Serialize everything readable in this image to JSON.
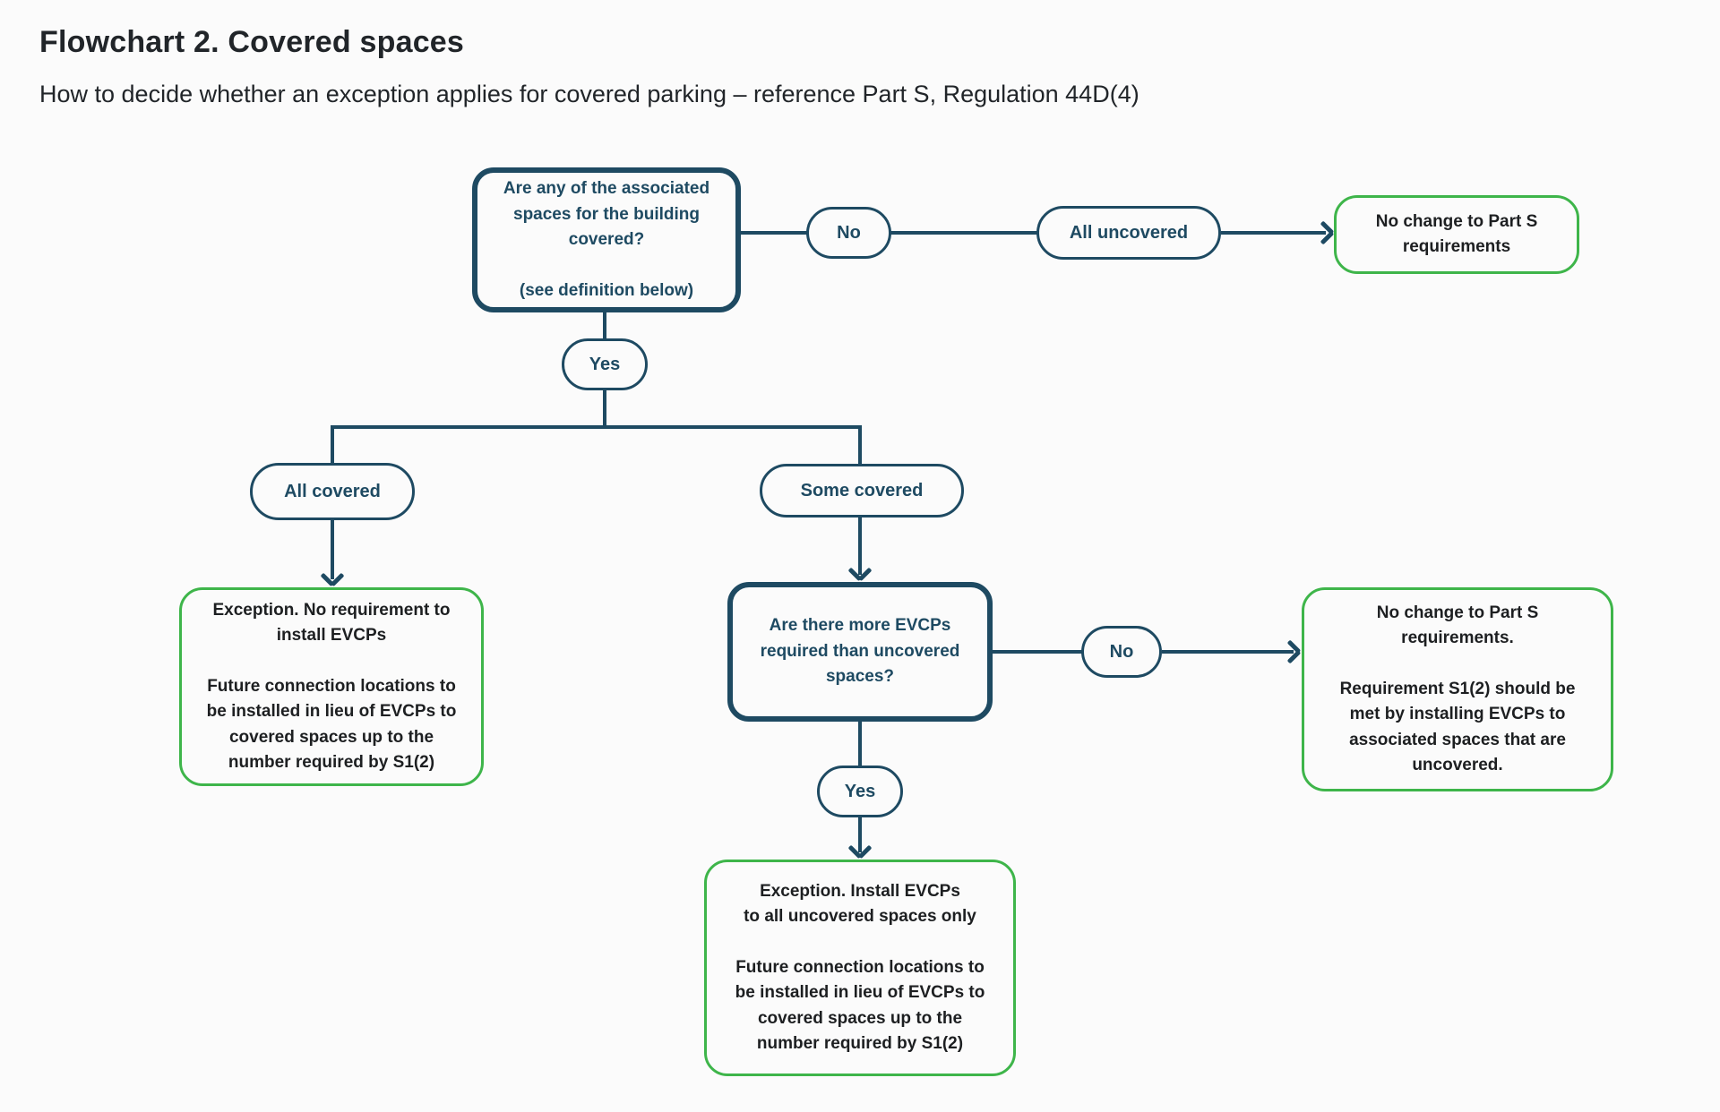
{
  "page": {
    "title": "Flowchart 2. Covered spaces",
    "subtitle": "How to decide whether an exception applies for covered parking – reference Part S, Regulation 44D(4)"
  },
  "colors": {
    "navy": "#1e4a62",
    "green": "#3eb54a",
    "text": "#1d1f21",
    "background": "#fbfbfb"
  },
  "flowchart": {
    "decision_top": {
      "question": "Are any of the associated\nspaces  for the building\ncovered?",
      "note": "(see definition below)"
    },
    "labels": {
      "no_top": "No",
      "all_uncovered": "All uncovered",
      "yes_top": "Yes",
      "all_covered": "All covered",
      "some_covered": "Some covered",
      "no_mid": "No",
      "yes_mid": "Yes"
    },
    "outcome_no_change_top": {
      "text": "No change to Part S\nrequirements"
    },
    "outcome_exception_no_evcp": {
      "line1": "Exception. No requirement to\ninstall EVCPs",
      "line2": "Future connection locations to\nbe installed in lieu of EVCPs to\ncovered spaces up to the\nnumber required by S1(2)"
    },
    "decision_mid": {
      "question": "Are there more EVCPs\nrequired than uncovered\nspaces?"
    },
    "outcome_no_change_mid": {
      "line1": "No change to Part S\nrequirements.",
      "line2": "Requirement S1(2) should be\nmet by installing EVCPs to\nassociated spaces that are\nuncovered."
    },
    "outcome_exception_install": {
      "line1": "Exception. Install EVCPs\nto all uncovered spaces only",
      "line2": "Future connection locations to\nbe installed in lieu of EVCPs to\ncovered spaces up to the\nnumber required by S1(2)"
    }
  }
}
